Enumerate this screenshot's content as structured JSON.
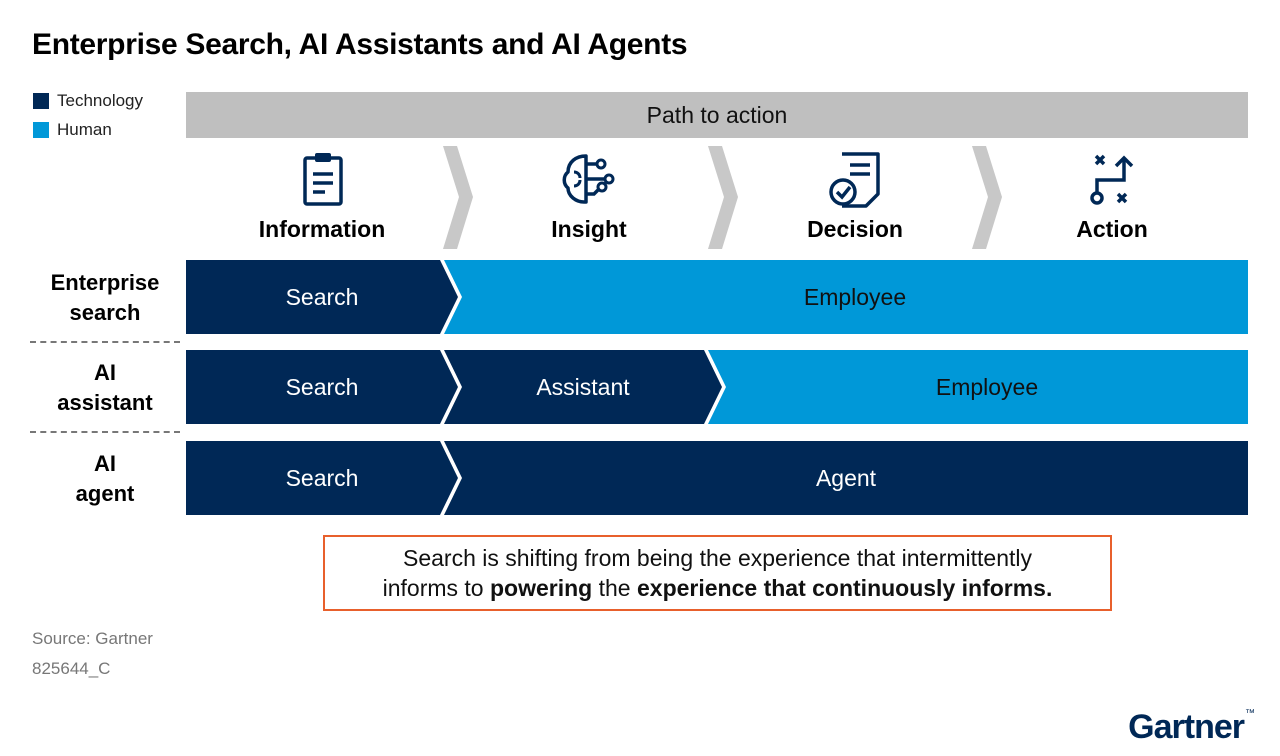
{
  "title": "Enterprise Search, AI Assistants and AI Agents",
  "legend": [
    {
      "label": "Technology",
      "color": "#002856"
    },
    {
      "label": "Human",
      "color": "#0098d8"
    }
  ],
  "path_label": "Path to action",
  "stages": [
    {
      "label": "Information",
      "icon": "clipboard-icon"
    },
    {
      "label": "Insight",
      "icon": "brain-circuit-icon"
    },
    {
      "label": "Decision",
      "icon": "document-check-icon"
    },
    {
      "label": "Action",
      "icon": "strategy-path-icon"
    }
  ],
  "rows": [
    {
      "label_line1": "Enterprise",
      "label_line2": "search",
      "segments": [
        {
          "text": "Search",
          "kind": "technology"
        },
        {
          "text": "Employee",
          "kind": "human"
        }
      ]
    },
    {
      "label_line1": "AI",
      "label_line2": "assistant",
      "segments": [
        {
          "text": "Search",
          "kind": "technology"
        },
        {
          "text": "Assistant",
          "kind": "technology"
        },
        {
          "text": "Employee",
          "kind": "human"
        }
      ]
    },
    {
      "label_line1": "AI",
      "label_line2": "agent",
      "segments": [
        {
          "text": "Search",
          "kind": "technology"
        },
        {
          "text": "Agent",
          "kind": "technology"
        }
      ]
    }
  ],
  "callout": {
    "line1": "Search is shifting from being the experience that intermittently",
    "line2_part1": "informs to ",
    "line2_bold1": "powering",
    "line2_part2": " the ",
    "line2_bold2": "experience that continuously informs."
  },
  "source": "Source: Gartner",
  "figure_id": "825644_C",
  "logo": "Gartner",
  "colors": {
    "technology": "#002856",
    "human": "#0098d8",
    "path_bar": "#bfbfbf",
    "chevron": "#c8c8c8",
    "callout_border": "#e8602c"
  }
}
